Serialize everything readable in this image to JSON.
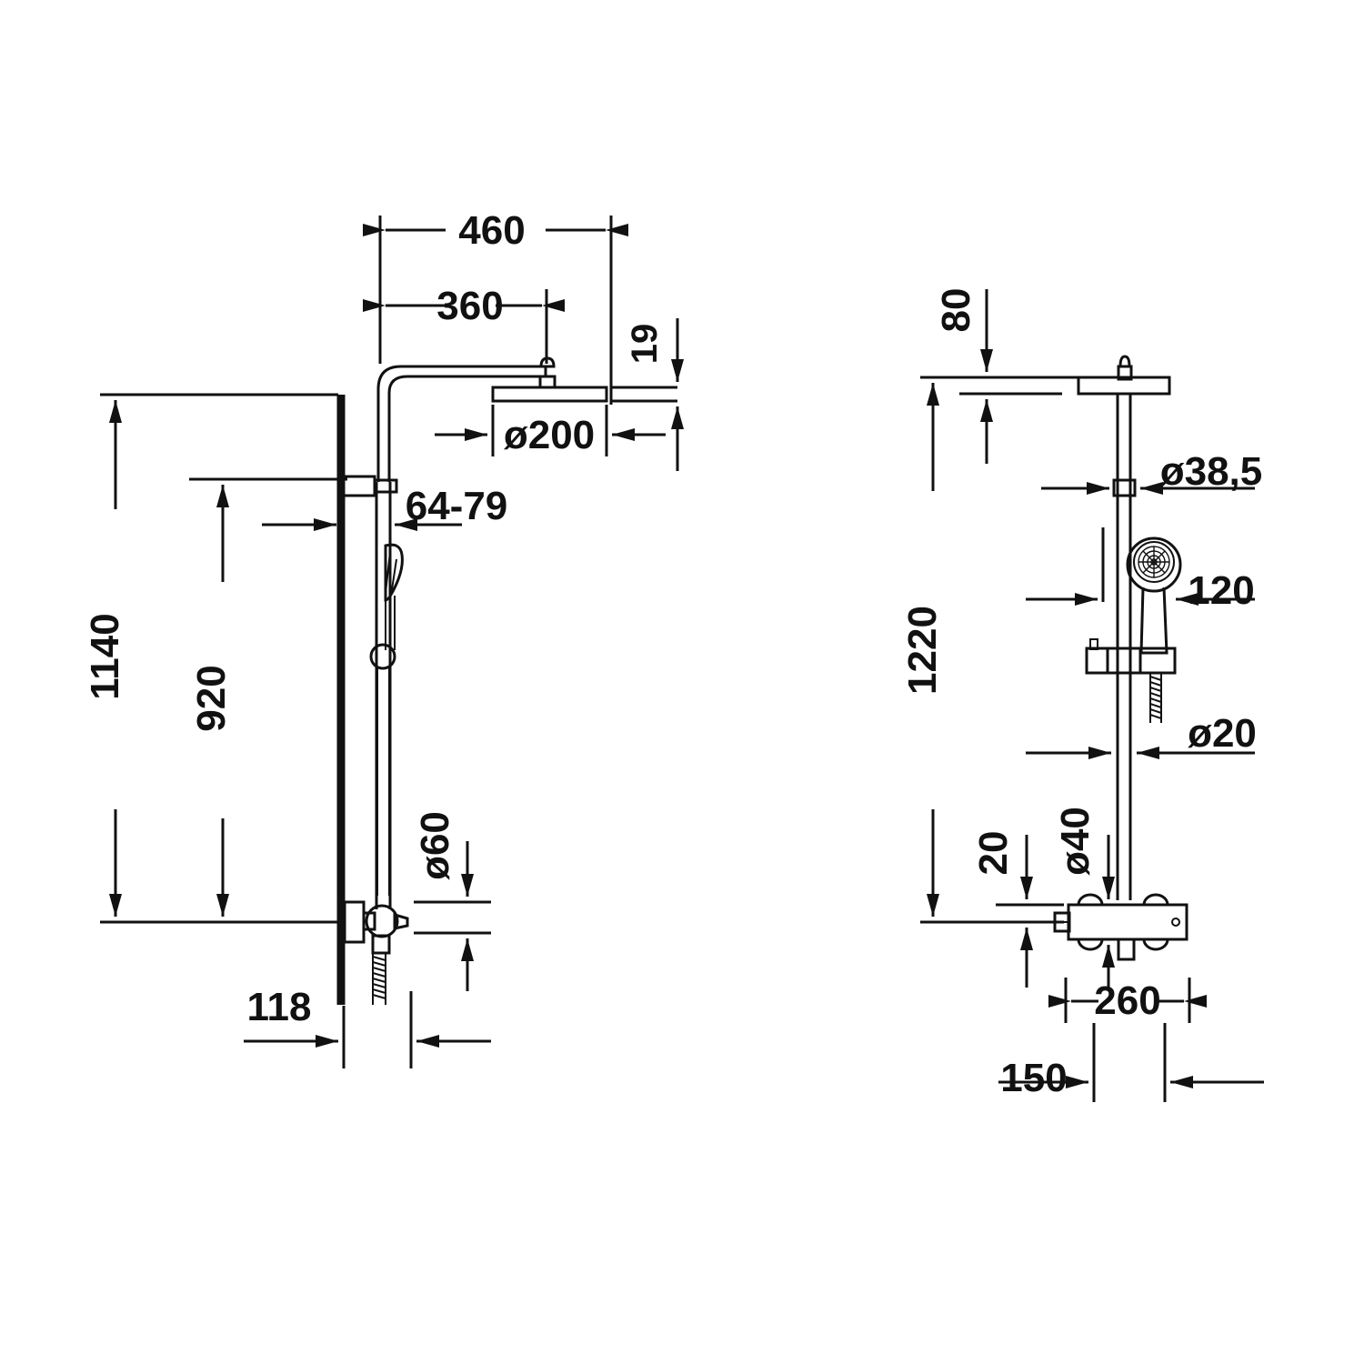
{
  "drawing": {
    "title": "Shower system technical dimension drawing",
    "units": "mm",
    "line_color": "#111111",
    "background_color": "#ffffff",
    "views": [
      {
        "name": "side-view",
        "position": "left",
        "description": "Side elevation of wall mounted shower column with overhead rain shower, slide bar, hand shower and exposed thermostatic mixer"
      },
      {
        "name": "front-view",
        "position": "right",
        "description": "Front elevation of shower column with round overhead shower, hand shower on slide rail and thermostatic mixer bar"
      }
    ]
  },
  "dimensions": {
    "left_view": {
      "arm_total_reach": "460",
      "arm_to_head_center": "360",
      "head_thickness": "19",
      "head_diameter": "ø200",
      "wall_bracket_offset": "64-79",
      "overall_height": "1140",
      "bar_height": "920",
      "mixer_body_diameter": "ø60",
      "wall_plate_offset": "118"
    },
    "right_view": {
      "head_to_top": "80",
      "riser_diameter": "ø38,5",
      "hand_shower_diameter": "120",
      "hose_connector_diameter": "ø20",
      "mixer_inlet_diameter": "ø40",
      "mixer_inlet_height": "20",
      "overall_height": "1220",
      "mixer_width": "260",
      "inlet_spacing": "150"
    }
  },
  "labels": [
    {
      "id": "l-460",
      "text": "460",
      "view": "left",
      "orientation": "horizontal"
    },
    {
      "id": "l-360",
      "text": "360",
      "view": "left",
      "orientation": "horizontal"
    },
    {
      "id": "l-19",
      "text": "19",
      "view": "left",
      "orientation": "vertical"
    },
    {
      "id": "l-o200",
      "text": "ø200",
      "view": "left",
      "orientation": "horizontal"
    },
    {
      "id": "l-6479",
      "text": "64-79",
      "view": "left",
      "orientation": "horizontal"
    },
    {
      "id": "l-1140",
      "text": "1140",
      "view": "left",
      "orientation": "vertical"
    },
    {
      "id": "l-920",
      "text": "920",
      "view": "left",
      "orientation": "vertical"
    },
    {
      "id": "l-o60",
      "text": "ø60",
      "view": "left",
      "orientation": "vertical"
    },
    {
      "id": "l-118",
      "text": "118",
      "view": "left",
      "orientation": "horizontal"
    },
    {
      "id": "r-80",
      "text": "80",
      "view": "right",
      "orientation": "vertical"
    },
    {
      "id": "r-o385",
      "text": "ø38,5",
      "view": "right",
      "orientation": "horizontal"
    },
    {
      "id": "r-120",
      "text": "120",
      "view": "right",
      "orientation": "horizontal"
    },
    {
      "id": "r-o20",
      "text": "ø20",
      "view": "right",
      "orientation": "horizontal"
    },
    {
      "id": "r-1220",
      "text": "1220",
      "view": "right",
      "orientation": "vertical"
    },
    {
      "id": "r-o40",
      "text": "ø40",
      "view": "right",
      "orientation": "vertical"
    },
    {
      "id": "r-20",
      "text": "20",
      "view": "right",
      "orientation": "vertical"
    },
    {
      "id": "r-260",
      "text": "260",
      "view": "right",
      "orientation": "horizontal"
    },
    {
      "id": "r-150",
      "text": "150",
      "view": "right",
      "orientation": "horizontal"
    }
  ]
}
